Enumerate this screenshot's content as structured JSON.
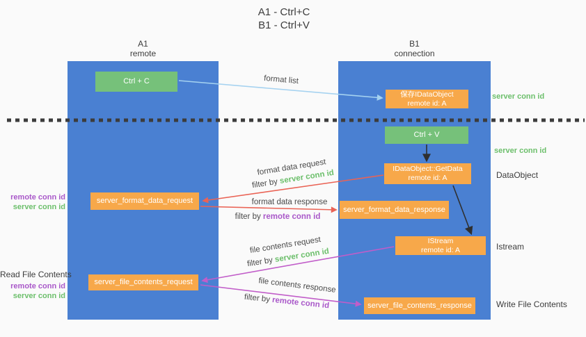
{
  "title": {
    "line1": "A1 - Ctrl+C",
    "line2": "B1 - Ctrl+V"
  },
  "lanes": {
    "a1": {
      "name": "A1",
      "role": "remote"
    },
    "b1": {
      "name": "B1",
      "role": "connection"
    }
  },
  "nodes": {
    "ctrl_c": {
      "label": "Ctrl + C"
    },
    "ctrl_v": {
      "label": "Ctrl + V"
    },
    "save_dataobject": {
      "line1": "保存IDataObject",
      "line2": "remote id: A"
    },
    "getdata": {
      "line1": "IDataObject::GetData",
      "line2": "remote id: A"
    },
    "format_request": {
      "label": "server_format_data_request"
    },
    "format_response": {
      "label": "server_format_data_response"
    },
    "istream": {
      "line1": "IStream",
      "line2": "remote id: A"
    },
    "file_request": {
      "label": "server_file_contents_request"
    },
    "file_response": {
      "label": "server_file_contents_response"
    }
  },
  "edge_labels": {
    "format_list": "format list",
    "format_data_request": "format data request",
    "format_data_request_filter": {
      "prefix": "filter by ",
      "id": "server conn id"
    },
    "format_data_response": "format data response",
    "format_data_response_filter": {
      "prefix": "filter by ",
      "id": "remote conn id"
    },
    "file_contents_request": "file contents request",
    "file_contents_request_filter": {
      "prefix": "filter by ",
      "id": "server conn id"
    },
    "file_contents_response": "file contents response",
    "file_contents_response_filter": {
      "prefix": "filter by ",
      "id": "remote conn id"
    }
  },
  "side_labels": {
    "right_server_conn_id_top": "server conn id",
    "right_server_conn_id_mid": "server conn id",
    "right_dataobject": "DataObject",
    "right_istream": "Istream",
    "right_write_file_contents": "Write File Contents",
    "left_remote_conn_id_1": "remote conn id",
    "left_server_conn_id_1": "server conn id",
    "left_read_file_contents": "Read File Contents",
    "left_remote_conn_id_2": "remote conn id",
    "left_server_conn_id_2": "server conn id"
  },
  "colors": {
    "background": "#fafafa",
    "lane_blue": "#4a80d2",
    "box_green": "#76c17a",
    "box_orange": "#f7a84a",
    "arrow_red": "#ea6355",
    "arrow_magenta": "#c15dc9",
    "arrow_lightblue": "#a5d2f0",
    "arrow_black": "#2f2f2f",
    "dashed_line": "#3c3c3c",
    "text_green": "#6cbf6b",
    "text_purple": "#a958c9",
    "text_dark": "#3c3c3c"
  }
}
